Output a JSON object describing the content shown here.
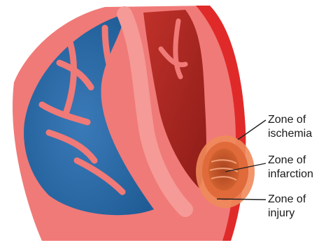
{
  "labels": {
    "ischemia": {
      "line1": "Zone of",
      "line2": "ischemia"
    },
    "infarction": {
      "line1": "Zone of",
      "line2": "infarction"
    },
    "injury": {
      "line1": "Zone of",
      "line2": "injury"
    }
  },
  "colors": {
    "ventricle_left": "#1f5c95",
    "ventricle_left_light": "#3a7ab8",
    "myocardium": "#f07a78",
    "myocardium_light": "#f59a96",
    "epicardium": "#e02a2a",
    "ventricle_right": "#a8231e",
    "ischemia_zone": "#ef8a5a",
    "injury_zone": "#e06a3a",
    "infarction_zone": "#c8502a",
    "leader_line": "#222222"
  }
}
